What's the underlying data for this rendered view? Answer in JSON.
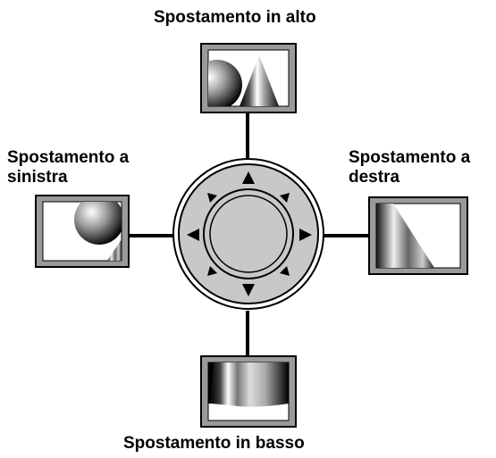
{
  "labels": {
    "up": "Spostamento in alto",
    "down": "Spostamento in basso",
    "left_line1": "Spostamento a",
    "left_line2": "sinistra",
    "right_line1": "Spostamento a",
    "right_line2": "destra"
  },
  "colors": {
    "frame_gray": "#9a9a9a",
    "dial_fill": "#c8c8c8",
    "line": "#000000",
    "background": "#ffffff"
  },
  "icons": {
    "dial": "navigation-dial-icon",
    "arrows": [
      "arrow-up-icon",
      "arrow-down-icon",
      "arrow-left-icon",
      "arrow-right-icon",
      "arrow-up-left-icon",
      "arrow-up-right-icon",
      "arrow-down-left-icon",
      "arrow-down-right-icon"
    ]
  }
}
